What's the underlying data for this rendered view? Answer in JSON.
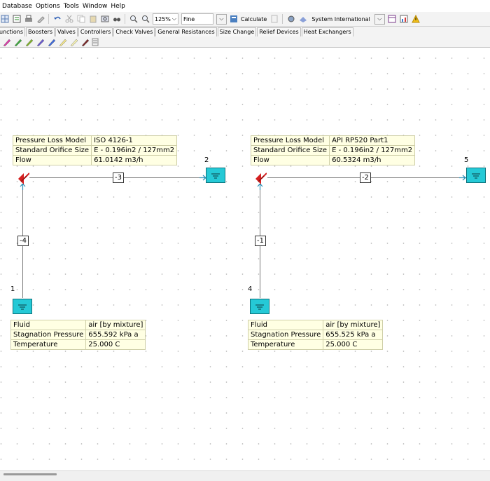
{
  "menu": [
    "Database",
    "Options",
    "Tools",
    "Window",
    "Help"
  ],
  "toolbar": {
    "zoom": "125%",
    "mesh": "Fine",
    "calculate": "Calculate",
    "units": "System International"
  },
  "tabs": [
    "unctions",
    "Boosters",
    "Valves",
    "Controllers",
    "Check Valves",
    "General Resistances",
    "Size Change",
    "Relief Devices",
    "Heat Exchangers"
  ],
  "palette_colors": [
    "#d93aa6",
    "#3fa83f",
    "#7fb02a",
    "#6a5acd",
    "#3f6ad9",
    "#f1e48a",
    "#f4f0b0",
    "#7a2a2a"
  ],
  "left": {
    "model_box": {
      "r1": {
        "k": "Pressure Loss Model",
        "v": "ISO 4126-1"
      },
      "r2": {
        "k": "Standard Orifice Size",
        "v": "E - 0.196in2 / 127mm2"
      },
      "r3": {
        "k": "Flow",
        "v": "61.0142 m3/h"
      }
    },
    "pipe_h_label": "-3",
    "pipe_v_label": "-4",
    "tank_top_num": "2",
    "tank_bottom_num": "1",
    "fluid_box": {
      "r1": {
        "k": "Fluid",
        "v": "air [by mixture]"
      },
      "r2": {
        "k": "Stagnation Pressure",
        "v": "655.592 kPa a"
      },
      "r3": {
        "k": "Temperature",
        "v": "25.000 C"
      }
    }
  },
  "right": {
    "model_box": {
      "r1": {
        "k": "Pressure Loss Model",
        "v": "API RP520 Part1"
      },
      "r2": {
        "k": "Standard Orifice Size",
        "v": "E - 0.196in2 / 127mm2"
      },
      "r3": {
        "k": "Flow",
        "v": "60.5324 m3/h"
      }
    },
    "pipe_h_label": "-2",
    "pipe_v_label": "-1",
    "tank_top_num": "5",
    "tank_bottom_num": "4",
    "fluid_box": {
      "r1": {
        "k": "Fluid",
        "v": "air [by mixture]"
      },
      "r2": {
        "k": "Stagnation Pressure",
        "v": "655.525 kPa a"
      },
      "r3": {
        "k": "Temperature",
        "v": "25.000 C"
      }
    }
  },
  "colors": {
    "tank_fill": "#25c9d6",
    "valve_red": "#d41f1f",
    "info_bg": "#ffffe3"
  }
}
